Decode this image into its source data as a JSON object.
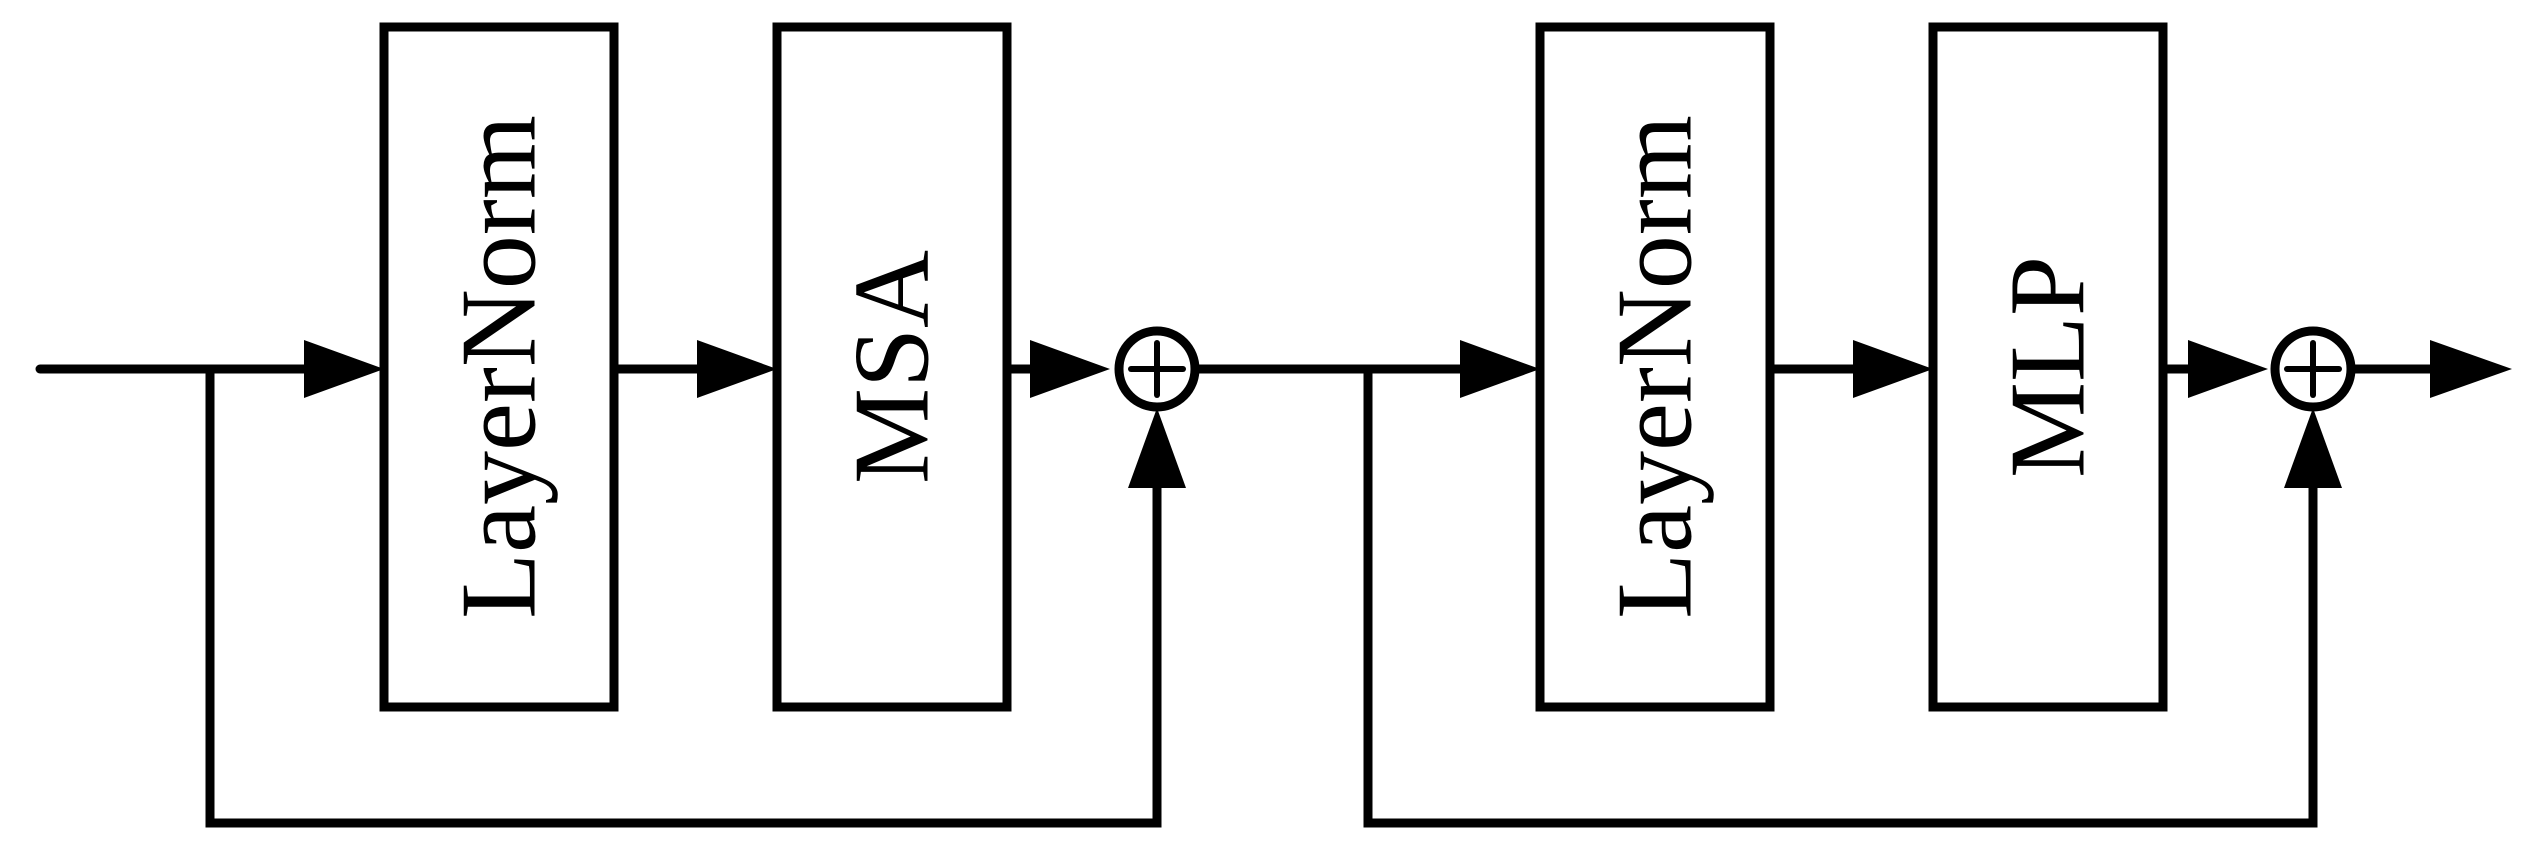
{
  "diagram": {
    "blocks": [
      {
        "id": "layernorm-1",
        "label": "LayerNorm"
      },
      {
        "id": "msa",
        "label": "MSA"
      },
      {
        "id": "layernorm-2",
        "label": "LayerNorm"
      },
      {
        "id": "mlp",
        "label": "MLP"
      }
    ],
    "adders": [
      {
        "id": "add-1",
        "symbol": "⊕"
      },
      {
        "id": "add-2",
        "symbol": "⊕"
      }
    ],
    "colors": {
      "stroke": "#000000",
      "box_fill": "#ffffff",
      "background": "#ffffff"
    }
  }
}
